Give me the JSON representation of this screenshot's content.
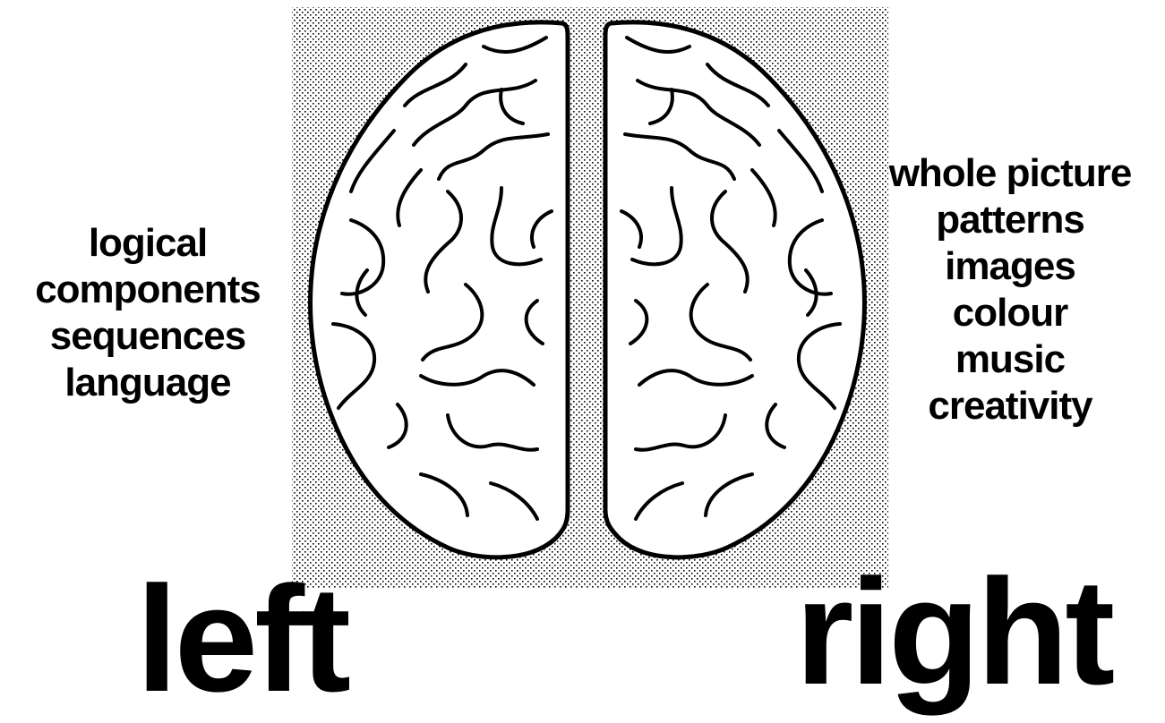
{
  "left_hemisphere": {
    "heading": "left",
    "traits": [
      "logical",
      "components",
      "sequences",
      "language"
    ]
  },
  "right_hemisphere": {
    "heading": "right",
    "traits": [
      "whole picture",
      "patterns",
      "images",
      "colour",
      "music",
      "creativity"
    ]
  },
  "colors": {
    "background": "#ffffff",
    "ink": "#000000",
    "stipple": "#000000"
  },
  "icons": {
    "illustration": "brain-top-view-icon"
  }
}
